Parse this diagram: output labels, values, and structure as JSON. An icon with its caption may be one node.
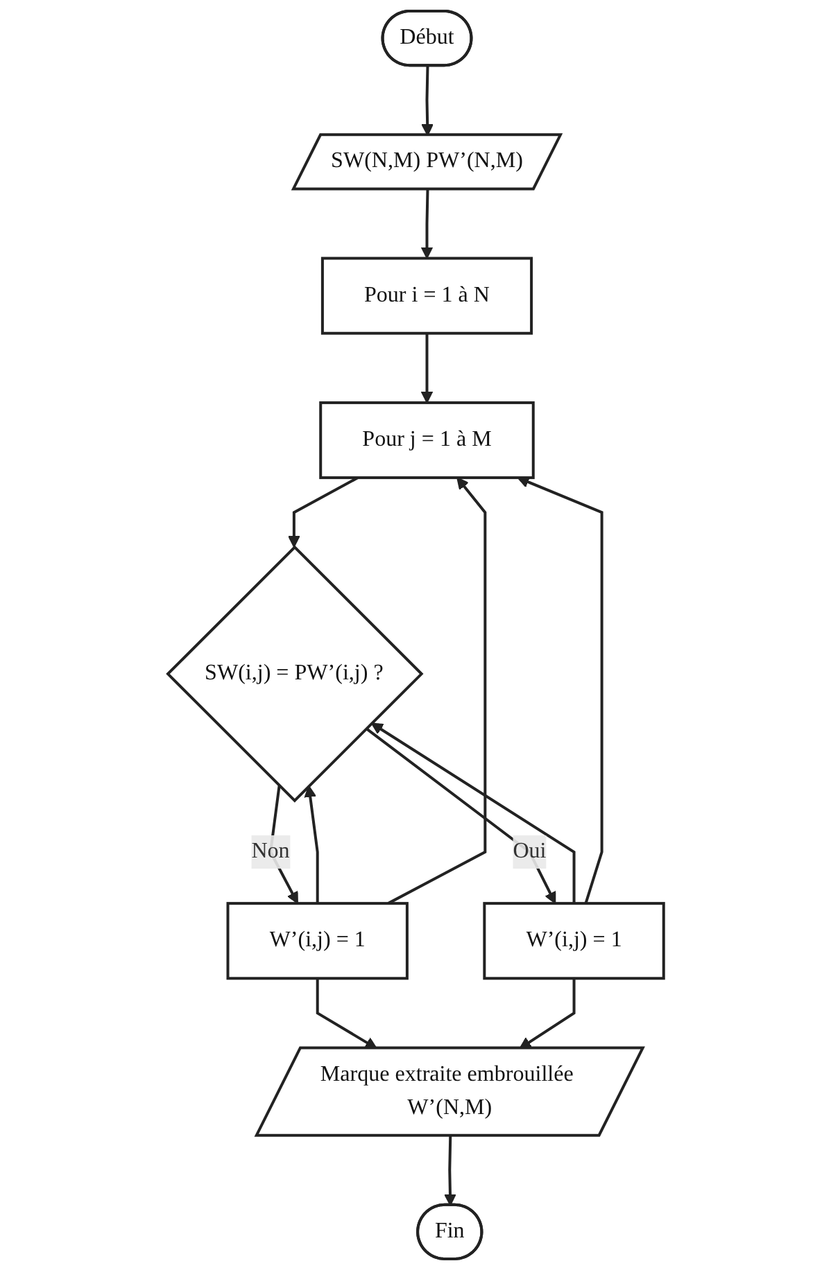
{
  "diagram": {
    "nodes": [
      {
        "text": [
          "Début"
        ]
      },
      {
        "text": [
          "SW(N,M) PW’(N,M)"
        ]
      },
      {
        "text": [
          "Pour i = 1 à N"
        ]
      },
      {
        "text": [
          "Pour j = 1 à M"
        ]
      },
      {
        "text": [
          "SW(i,j) = PW’(i,j) ?"
        ]
      },
      {
        "text": [
          "W’(i,j) = 1"
        ]
      },
      {
        "text": [
          "W’(i,j) = 1"
        ]
      },
      {
        "text": [
          "Marque extraite embrouillée W’(N,M)"
        ]
      },
      {
        "text": [
          "Fin"
        ]
      }
    ],
    "edges": [
      {
        "from": 0,
        "to": 1,
        "arrow": "to"
      },
      {
        "from": 1,
        "to": 2,
        "arrow": "to"
      },
      {
        "from": 2,
        "to": 3,
        "arrow": "to"
      },
      {
        "from": 3,
        "to": 4,
        "arrow": "to"
      },
      {
        "from": 4,
        "to": 5,
        "label": "Oui",
        "arrow": "to"
      },
      {
        "from": 4,
        "to": 6,
        "label": "Non",
        "arrow": "to"
      },
      {
        "from": 6,
        "to": 4,
        "arrow": "to"
      },
      {
        "from": 5,
        "to": 4,
        "arrow": "to"
      },
      {
        "from": 6,
        "to": 3,
        "arrow": "to"
      },
      {
        "from": 5,
        "to": 3,
        "arrow": "to"
      },
      {
        "from": 6,
        "to": 7,
        "arrow": "to"
      },
      {
        "from": 5,
        "to": 7,
        "arrow": "to"
      },
      {
        "from": 7,
        "to": 8,
        "arrow": "to"
      }
    ]
  }
}
